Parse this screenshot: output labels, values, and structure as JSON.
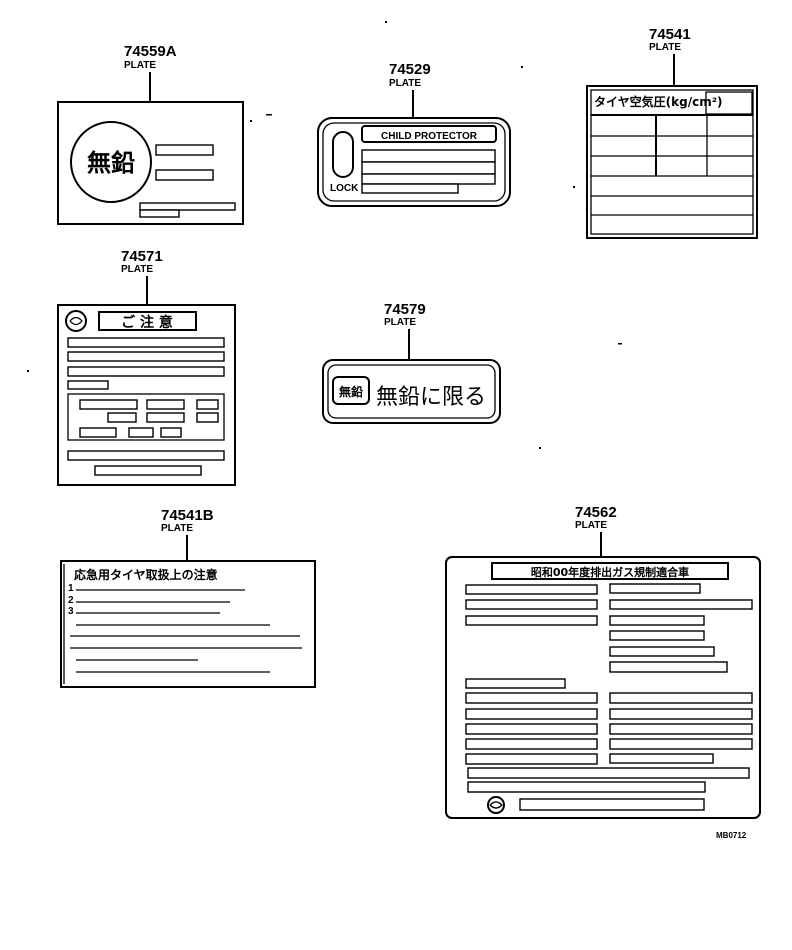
{
  "diagram_code": "MB0712",
  "plates": [
    {
      "part_number": "74559A",
      "label": "PLATE",
      "text": "無鉛"
    },
    {
      "part_number": "74529",
      "label": "PLATE",
      "title": "CHILD PROTECTOR",
      "lock_label": "LOCK"
    },
    {
      "part_number": "74541",
      "label": "PLATE",
      "header": "タイヤ空気圧(kg/cm²)"
    },
    {
      "part_number": "74571",
      "label": "PLATE",
      "title": "ご 注 意"
    },
    {
      "part_number": "74579",
      "label": "PLATE",
      "badge": "無鉛",
      "text": "無鉛に限る"
    },
    {
      "part_number": "74541B",
      "label": "PLATE",
      "title": "応急用タイヤ取扱上の注意",
      "line_numbers": [
        "1",
        "2",
        "3"
      ]
    },
    {
      "part_number": "74562",
      "label": "PLATE",
      "title": "昭和00年度排出ガス規制適合車"
    }
  ]
}
